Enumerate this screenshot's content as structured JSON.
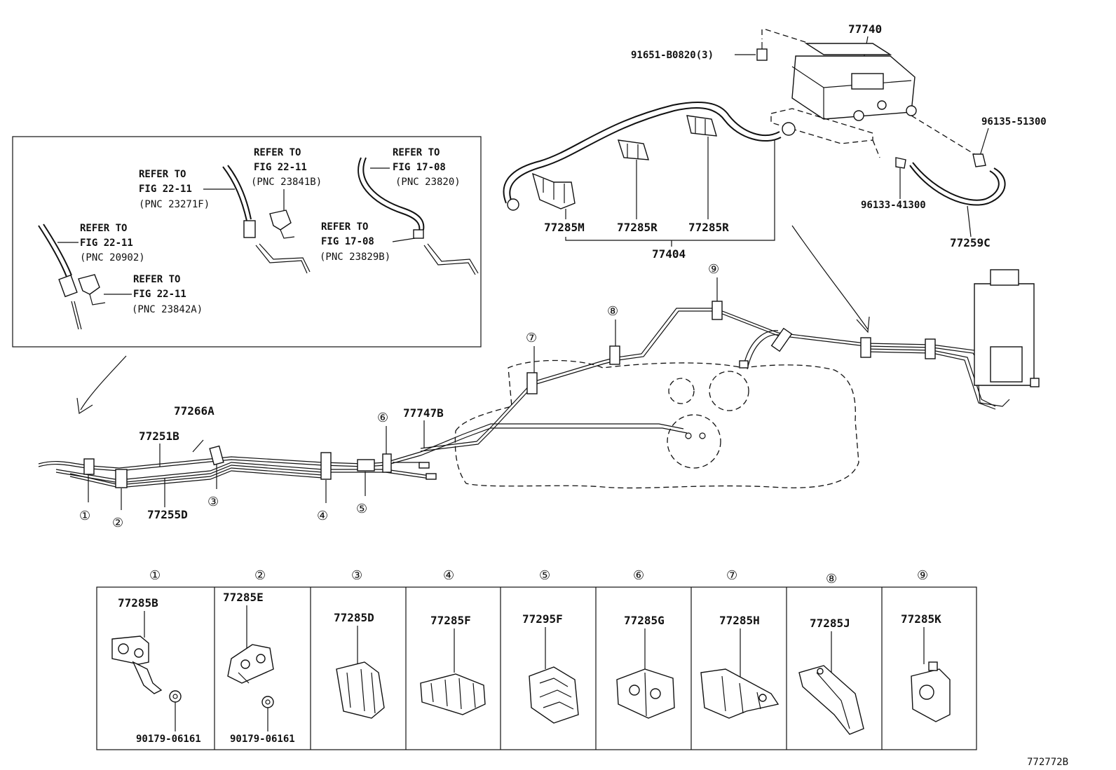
{
  "diagram_id": "772772B",
  "top_parts": {
    "canister": "77740",
    "canister_bolt": "91651-B0820(3)",
    "clip_a": "96135-51300",
    "clip_b": "96133-41300",
    "vent_hose": "77259C",
    "hose_set": "77404",
    "hose_clamp_m": "77285M",
    "hose_clamp_r1": "77285R",
    "hose_clamp_r2": "77285R"
  },
  "inset_refs": [
    {
      "refer": "REFER TO",
      "fig": "FIG 22-11",
      "pnc": "(PNC 23271F)"
    },
    {
      "refer": "REFER TO",
      "fig": "FIG 22-11",
      "pnc": "(PNC 23841B)"
    },
    {
      "refer": "REFER TO",
      "fig": "FIG 17-08",
      "pnc": "(PNC 23820)"
    },
    {
      "refer": "REFER TO",
      "fig": "FIG 22-11",
      "pnc": "(PNC 20902)"
    },
    {
      "refer": "REFER TO",
      "fig": "FIG 17-08",
      "pnc": "(PNC 23829B)"
    },
    {
      "refer": "REFER TO",
      "fig": "FIG 22-11",
      "pnc": "(PNC 23842A)"
    }
  ],
  "main_parts": {
    "tube_266": "77266A",
    "tube_251": "77251B",
    "tube_255": "77255D",
    "tube_747": "77747B"
  },
  "callouts": [
    "①",
    "②",
    "③",
    "④",
    "⑤",
    "⑥",
    "⑦",
    "⑧",
    "⑨"
  ],
  "clamp_table": [
    {
      "num": "①",
      "part": "77285B",
      "extra": "90179-06161"
    },
    {
      "num": "②",
      "part": "77285E",
      "extra": "90179-06161"
    },
    {
      "num": "③",
      "part": "77285D",
      "extra": ""
    },
    {
      "num": "④",
      "part": "77285F",
      "extra": ""
    },
    {
      "num": "⑤",
      "part": "77295F",
      "extra": ""
    },
    {
      "num": "⑥",
      "part": "77285G",
      "extra": ""
    },
    {
      "num": "⑦",
      "part": "77285H",
      "extra": ""
    },
    {
      "num": "⑧",
      "part": "77285J",
      "extra": ""
    },
    {
      "num": "⑨",
      "part": "77285K",
      "extra": ""
    }
  ]
}
